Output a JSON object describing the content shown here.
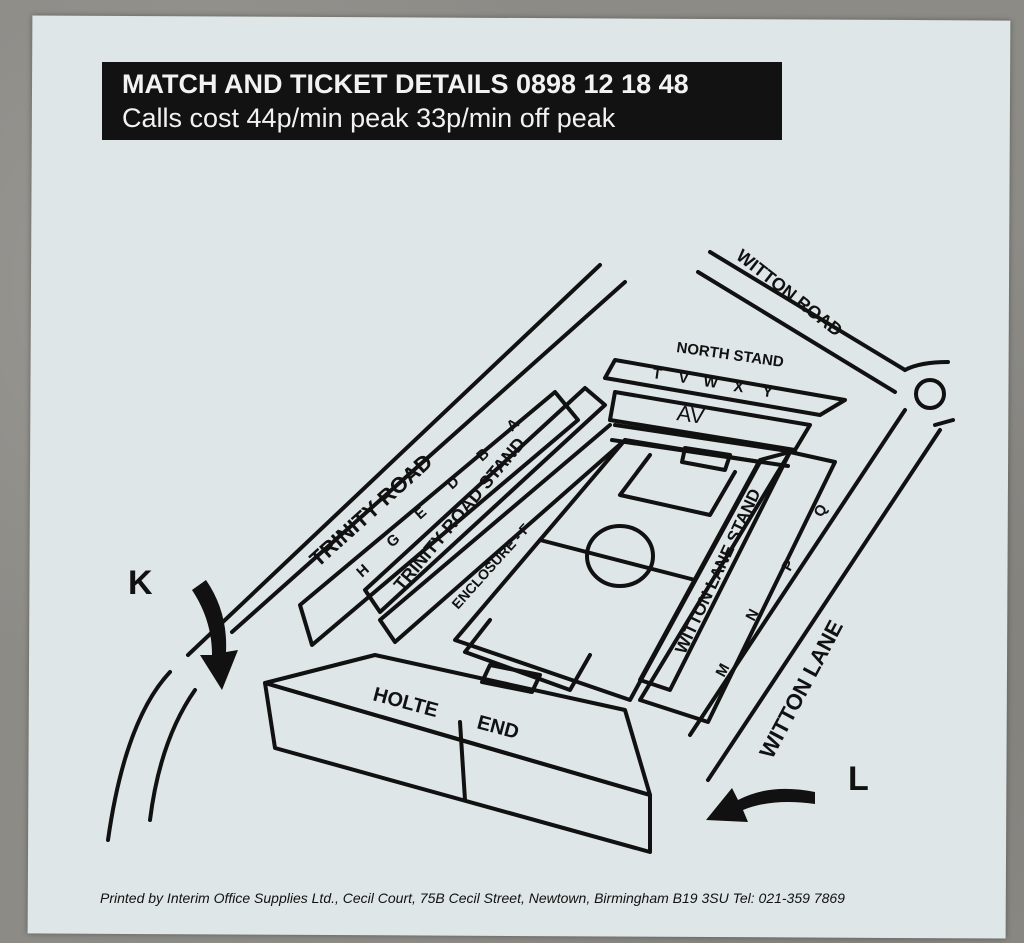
{
  "header": {
    "line1": "MATCH AND TICKET DETAILS 0898 12 18 48",
    "line2": "Calls cost 44p/min peak 33p/min off peak"
  },
  "roads": {
    "trinity_road": "TRINITY ROAD",
    "witton_road": "WITTON ROAD",
    "witton_lane": "WITTON LANE"
  },
  "stands": {
    "north_stand": "NORTH STAND",
    "trinity_road_stand": "TRINITY ROAD STAND",
    "enclosure": "ENCLOSURE - F",
    "witton_lane_stand": "WITTON LANE STAND",
    "holte": "HOLTE",
    "end": "END",
    "av": "AV"
  },
  "blocks": {
    "north": [
      "T",
      "V",
      "W",
      "X",
      "Y"
    ],
    "trinity": [
      "H",
      "G",
      "E",
      "D",
      "B",
      "A"
    ],
    "witton": [
      "M",
      "N",
      "P",
      "Q"
    ]
  },
  "entrances": {
    "k": "K",
    "l": "L"
  },
  "footer": "Printed by Interim Office Supplies Ltd., Cecil Court, 75B Cecil Street, Newtown, Birmingham B19 3SU Tel: 021-359 7869"
}
